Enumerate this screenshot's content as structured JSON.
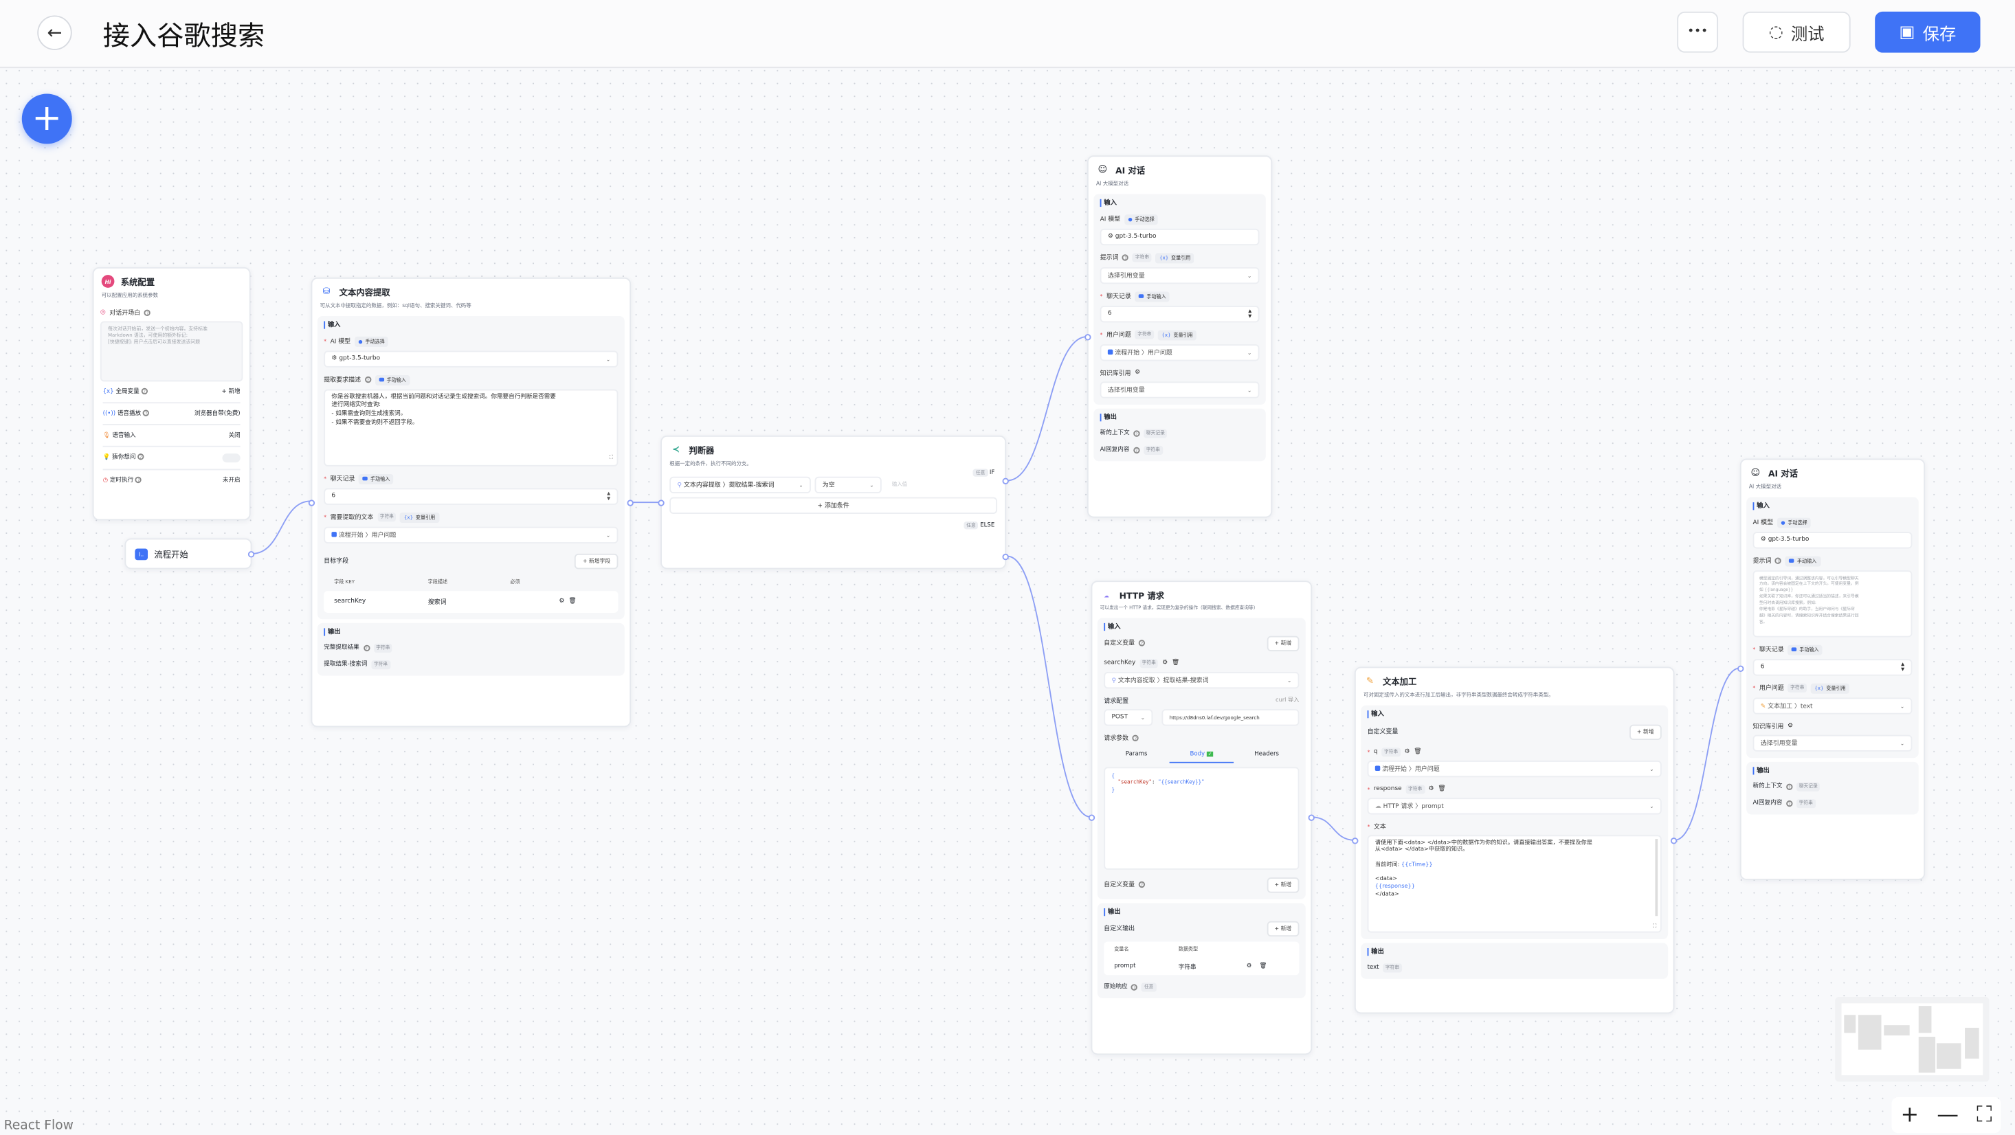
{
  "header": {
    "title": "接入谷歌搜索",
    "more_label": "•••",
    "test_label": "测试",
    "save_label": "保存"
  },
  "colors": {
    "accent": "#3f73f6",
    "edge": "#8d9ff5",
    "avatar": "#e4497d"
  },
  "common": {
    "input": "输入",
    "output": "输出",
    "string": "字符串",
    "any": "任意",
    "manual_select": "手动选择",
    "manual_input": "手动输入",
    "var_ref": "变量引用",
    "add": "+ 新增",
    "chat_history": "聊天记录",
    "select_var": "选择引用变量",
    "model": "gpt-3.5-turbo",
    "history_value": "6",
    "ai_model": "AI 模型",
    "user_question": "用户问题",
    "kb_ref": "知识库引用",
    "new_context": "新的上下文",
    "ai_reply": "AI回复内容",
    "prompt": "提示词",
    "chevron": "⌄"
  },
  "system": {
    "avatar_text": "Hi",
    "title": "系统配置",
    "desc": "可以配置应用的系统参数",
    "welcome_label": "对话开场白",
    "welcome_placeholder": [
      "每次对话开始前，发送一个初始内容。支持标准",
      "Markdown 语法，可使用的额外标记:",
      "[快捷按键]: 用户点击后可以直接发送该问题"
    ],
    "rows": [
      {
        "label": "全局变量",
        "value": "+ 新增"
      },
      {
        "label": "语音播放",
        "value": "浏览器自带(免费)"
      },
      {
        "label": "语音输入",
        "value": "关闭"
      },
      {
        "label": "猜你想问",
        "value": ""
      },
      {
        "label": "定时执行",
        "value": "未开启"
      }
    ],
    "guess_enabled": false
  },
  "start": {
    "title": "流程开始"
  },
  "extract": {
    "title": "文本内容提取",
    "desc": "可从文本中提取指定的数据，例如：sql语句、搜索关键词、代码等",
    "desc_label": "提取要求描述",
    "desc_text": [
      "你是谷歌搜索机器人，根据当前问题和对话记录生成搜索词。你需要自行判断是否需要",
      "进行网络实时查询:",
      "- 如果需查询则生成搜索词。",
      "- 如果不需要查询则不返回字段。"
    ],
    "text_label": "需要提取的文本",
    "text_value": "流程开始 〉用户问题",
    "fields_label": "目标字段",
    "add_field": "+ 新增字段",
    "table_headers": [
      "字段 KEY",
      "字段描述",
      "必须"
    ],
    "rows": [
      {
        "key": "searchKey",
        "desc": "搜索词"
      }
    ],
    "outputs": [
      "完整提取结果",
      "提取结果-搜索词"
    ]
  },
  "judge": {
    "title": "判断器",
    "desc": "根据一定的条件，执行不同的分支。",
    "if_label": "IF",
    "else_label": "ELSE",
    "cond_var": "文本内容提取 〉提取结果-搜索词",
    "cond_op": "为空",
    "cond_value_placeholder": "输入值",
    "add_cond": "+  添加条件"
  },
  "ai1": {
    "title": "AI 对话",
    "desc": "AI 大模型对话",
    "user_value": "流程开始 〉用户问题"
  },
  "http": {
    "title": "HTTP 请求",
    "desc": "可以发出一个 HTTP 请求，实现更为复杂的操作（联网搜索、数据库查询等）",
    "custom_var": "自定义变量",
    "var_name": "searchKey",
    "var_value": "文本内容提取 〉提取结果-搜索词",
    "req_config": "请求配置",
    "curl": "curl 导入",
    "method": "POST",
    "url": "https://d8dns0.laf.dev/google_search",
    "req_params": "请求参数",
    "tabs": [
      "Params",
      "Body",
      "Headers"
    ],
    "active_tab": "Body",
    "body_lines": [
      "{",
      "\"searchKey\"",
      ": ",
      "\"{{searchKey}}\"",
      "}"
    ],
    "custom_output": "自定义输出",
    "out_headers": [
      "变量名",
      "数据类型"
    ],
    "out_rows": [
      {
        "name": "prompt",
        "type": "字符串"
      }
    ],
    "raw": "原始响应"
  },
  "textproc": {
    "title": "文本加工",
    "desc": "可对固定或传入的文本进行加工后输出，非字符串类型数据最终会转成字符串类型。",
    "custom_var": "自定义变量",
    "var_q": "q",
    "q_value": "流程开始 〉用户问题",
    "var_resp": "response",
    "resp_value": "HTTP 请求 〉prompt",
    "text_label": "文本",
    "text_lines": [
      "请使用下面<data> </data>中的数据作为你的知识。请直接输出答案，不要提及你是",
      "从<data> </data>中获取的知识。",
      "",
      "当前时间: ",
      "{{cTime}}",
      "",
      "<data>",
      "{{response}}",
      "</data>"
    ],
    "out_name": "text"
  },
  "ai2": {
    "title": "AI 对话",
    "desc": "AI 大模型对话",
    "prompt_placeholder": [
      "模型固定的引导词，通过调整该内容，可以引导模型聊天",
      "方向。该内容会被固定在上下文的开头。可使用变量，例",
      "如 {{language}}",
      "如果关联了知识库，你还可以通过适当的描述，来引导模",
      "型何时去调用知识库搜索。例如:",
      "你是电影《星际穿越》的助手，当用户询问与《星际穿",
      "越》相关的内容时，请搜索知识库并结合搜索结果进行回",
      "答。"
    ],
    "user_value": "文本加工 〉text"
  },
  "footer": {
    "brand": "React Flow",
    "zoom_in": "+",
    "zoom_out": "—",
    "fit": "⛶"
  }
}
